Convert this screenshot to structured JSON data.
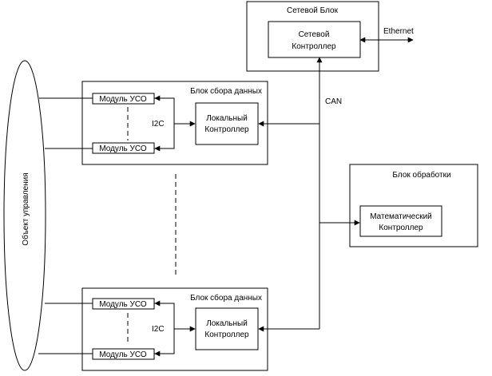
{
  "network_block": {
    "title": "Сетевой Блок",
    "controller_line1": "Сетевой",
    "controller_line2": "Контроллер",
    "ethernet_label": "Ethernet"
  },
  "bus": {
    "can_label": "CAN"
  },
  "control_object": {
    "label": "Объект управления"
  },
  "data_blocks": [
    {
      "title": "Блок сбора данных",
      "module_top": "Модуль  УСО",
      "module_bottom": "Модуль  УСО",
      "i2c_label": "I2C",
      "controller_line1": "Локальный",
      "controller_line2": "Контроллер"
    },
    {
      "title": "Блок сбора данных",
      "module_top": "Модуль  УСО",
      "module_bottom": "Модуль  УСО",
      "i2c_label": "I2C",
      "controller_line1": "Локальный",
      "controller_line2": "Контроллер"
    }
  ],
  "processing_block": {
    "title": "Блок обработки",
    "controller_line1": "Математический",
    "controller_line2": "Контроллер"
  }
}
